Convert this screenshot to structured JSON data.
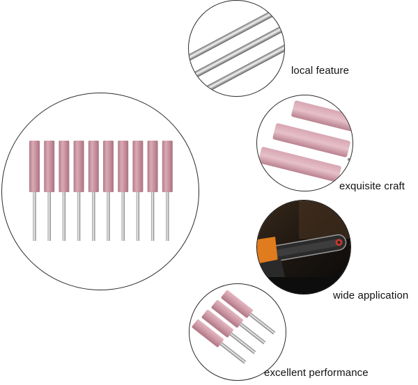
{
  "features": [
    {
      "id": "local-feature",
      "label": "local feature"
    },
    {
      "id": "exquisite-craft",
      "label": "exquisite craft"
    },
    {
      "id": "wide-application",
      "label": "wide application"
    },
    {
      "id": "excellent-performance",
      "label": "excellent performance"
    }
  ],
  "colors": {
    "stone_pink": "#c48b98",
    "stone_light": "#e4bec7",
    "shaft_metal": "#d8d8d8",
    "outline": "#2a2a2a"
  }
}
